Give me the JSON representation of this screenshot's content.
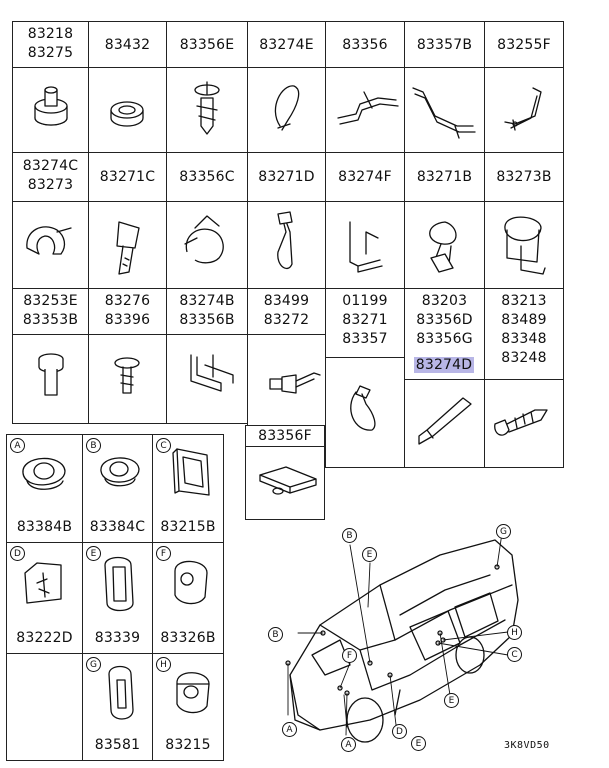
{
  "row1": [
    "83218\n83275",
    "83432",
    "83356E",
    "83274E",
    "83356",
    "83357B",
    "83255F"
  ],
  "row2": [
    "83274C\n83273",
    "83271C",
    "83356C",
    "83271D",
    "83274F",
    "83271B",
    "83273B"
  ],
  "row3": [
    "83253E\n83353B",
    "83276\n83396",
    "83274B\n83356B",
    "83499\n83272",
    "01199\n83271\n83357",
    "83203\n83356D\n83356G",
    "83213\n83489\n83348\n83248"
  ],
  "highlight": "83274D",
  "mid": "83356F",
  "grommets": {
    "a": {
      "code": "83384B",
      "letter": "A"
    },
    "b": {
      "code": "83384C",
      "letter": "B"
    },
    "c": {
      "code": "83215B",
      "letter": "C"
    },
    "d": {
      "code": "83222D",
      "letter": "D"
    },
    "e": {
      "code": "83339",
      "letter": "E"
    },
    "f": {
      "code": "83326B",
      "letter": "F"
    },
    "g": {
      "code": "83581",
      "letter": "G"
    },
    "h": {
      "code": "83215",
      "letter": "H"
    }
  },
  "callouts": [
    "A",
    "B",
    "C",
    "D",
    "E",
    "F",
    "G",
    "H"
  ],
  "diagram_code": "3K8VD50"
}
